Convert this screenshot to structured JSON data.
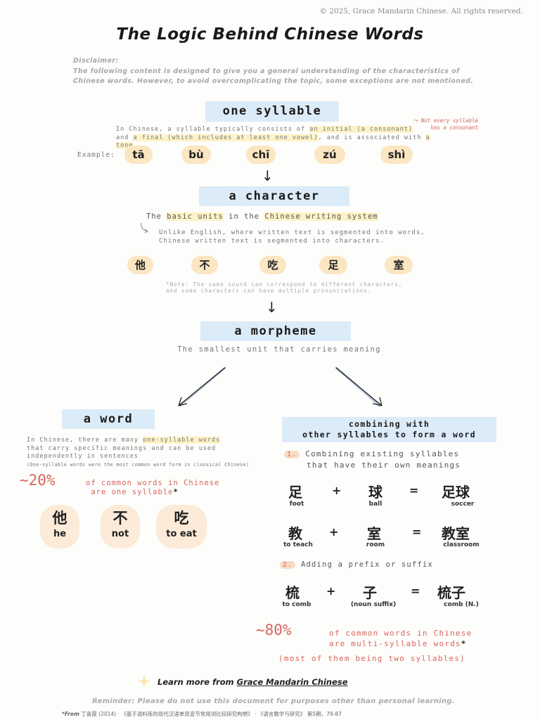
{
  "copyright": "© 2025, Grace Mandarin Chinese. All rights reserved.",
  "title": "The Logic Behind Chinese Words",
  "disclaimer": {
    "heading": "Disclaimer:",
    "line1": "The following content is designed to give you a general understanding of the characteristics of",
    "line2": "Chinese words. However, to avoid overcomplicating the topic, some exceptions are not mentioned."
  },
  "syllable": {
    "heading": "one syllable",
    "side_note_1": "Not every syllable",
    "side_note_2": "has a consonant",
    "desc_a": "In Chinese, a syllable typically consists of ",
    "desc_hl1": "an initial (a consonant)",
    "desc_b": "and ",
    "desc_hl2": "a final (which includes at least one vowel)",
    "desc_c": ", and is associated with ",
    "desc_hl3": "a tone",
    "example_label": "Example:",
    "examples": [
      "tā",
      "bù",
      "chī",
      "zú",
      "shì"
    ]
  },
  "character": {
    "heading": "a character",
    "desc_a": "The ",
    "desc_hl1": "basic units",
    "desc_b": " in the ",
    "desc_hl2": "Chinese writing system",
    "note_1": "Unlike English, where written text is segmented into words,",
    "note_2": "Chinese written text is segmented into characters.",
    "examples": [
      "他",
      "不",
      "吃",
      "足",
      "室"
    ],
    "footnote_1": "*Note: The same sound can correspond to different characters,",
    "footnote_2": "and some characters can have multiple pronunciations."
  },
  "morpheme": {
    "heading": "a morpheme",
    "desc": "The smallest unit that carries meaning"
  },
  "word": {
    "heading": "a word",
    "desc_1a": "In Chinese, there are many ",
    "desc_1hl": "one-syllable words",
    "desc_2": "that carry specific meanings and can be used",
    "desc_3": "independently in sentences",
    "desc_4": "(One-syllable words were the most common word form in classical Chinese)",
    "pct": "~20%",
    "pct_text_1": "of common words in Chinese",
    "pct_text_2": "are one syllable",
    "star": "*",
    "examples": [
      {
        "zh": "他",
        "en": "he"
      },
      {
        "zh": "不",
        "en": "not"
      },
      {
        "zh": "吃",
        "en": "to eat"
      }
    ]
  },
  "combining": {
    "heading_1": "combining with",
    "heading_2": "other syllables to form a word",
    "point1_num": "1.",
    "point1_a": "Combining existing syllables",
    "point1_b": "that have their own meanings",
    "row1": {
      "a": "足",
      "a_g": "foot",
      "b": "球",
      "b_g": "ball",
      "c": "足球",
      "c_g": "soccer"
    },
    "row2": {
      "a": "教",
      "a_g": "to teach",
      "b": "室",
      "b_g": "room",
      "c": "教室",
      "c_g": "classroom"
    },
    "point2_num": "2.",
    "point2": "Adding a prefix or suffix",
    "row3": {
      "a": "梳",
      "a_g": "to comb",
      "b": "子",
      "b_g": "(noun suffix)",
      "c": "梳子",
      "c_g": "comb  (N.)"
    },
    "plus": "+",
    "equals": "=",
    "pct": "~80%",
    "pct_text_1": "of common words in Chinese",
    "pct_text_2": "are multi-syllable words",
    "star": "*",
    "pct_text_3": "(most of them being two syllables)"
  },
  "learn_more": {
    "prefix": "Learn more from ",
    "brand": "Grace Mandarin Chinese"
  },
  "reminder": "Reminder: Please do not use this document for purposes other than personal learning.",
  "source": {
    "from": "*From",
    "author": "丁喜霞 (2014)",
    "title": "《基于语料库的现代汉语单双音节常用词比较研究构想》",
    "journal": "《语言教学与研究》",
    "issue": "第5期，79-87"
  },
  "colors": {
    "box_blue": "#dcebf8",
    "highlight": "#fdf2c7",
    "pill": "#fbe6c2",
    "accent_red": "#d9645c"
  }
}
